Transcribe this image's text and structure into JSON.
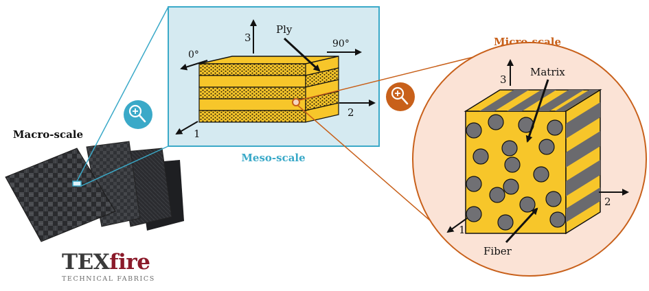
{
  "scales": {
    "macro": "Macro-scale",
    "meso": "Meso-scale",
    "micro": "Micro-scale"
  },
  "meso_labels": {
    "ply": "Ply",
    "angle_0": "0°",
    "angle_90": "90°",
    "axis_1": "1",
    "axis_2": "2",
    "axis_3": "3"
  },
  "micro_labels": {
    "matrix": "Matrix",
    "fiber": "Fiber",
    "axis_1": "1",
    "axis_2": "2",
    "axis_3": "3"
  },
  "logo": {
    "brand_a": "TEX",
    "brand_b": "fire",
    "tagline": "TECHNICAL FABRICS"
  },
  "icons": {
    "meso_zoom": "zoom-in-icon",
    "micro_zoom": "zoom-in-icon"
  },
  "colors": {
    "meso_blue": "#3aa9c8",
    "meso_fill": "#d5eaf1",
    "micro_orange": "#c8601a",
    "micro_fill": "#fbe3d6",
    "ply_yellow": "#f7c62a",
    "fiber_gray": "#707074",
    "logo_dark": "#3a3a3a",
    "logo_red": "#8b1a2a"
  }
}
